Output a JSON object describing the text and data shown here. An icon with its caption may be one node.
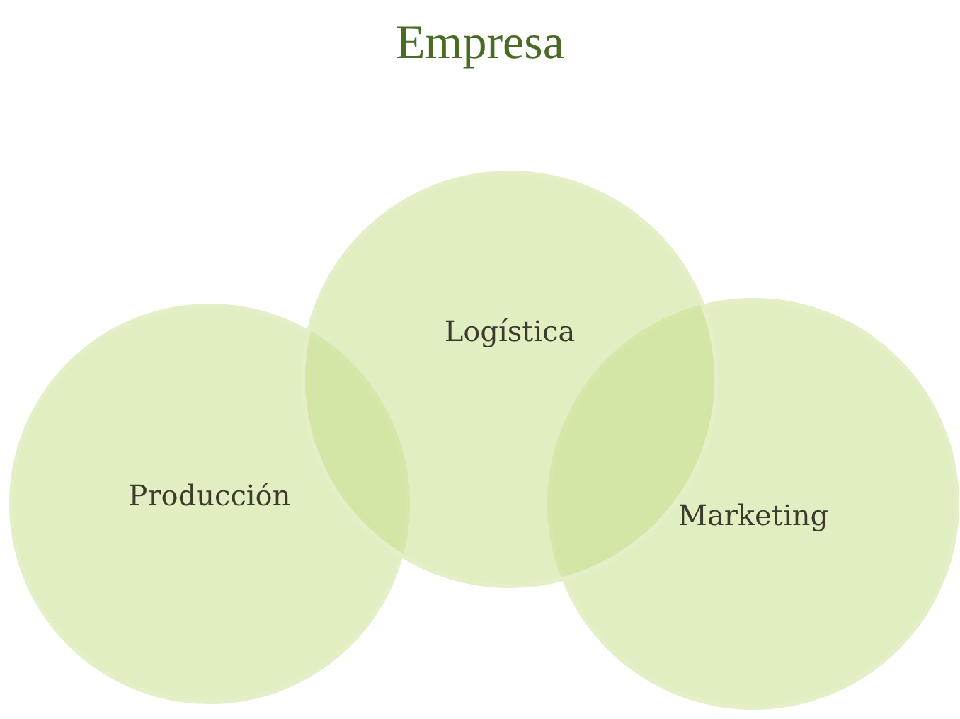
{
  "diagram": {
    "title": "Empresa",
    "nodes": [
      {
        "text": [
          "Logística"
        ]
      },
      {
        "text": [
          "Producción"
        ]
      },
      {
        "text": [
          "Marketing"
        ]
      }
    ]
  }
}
